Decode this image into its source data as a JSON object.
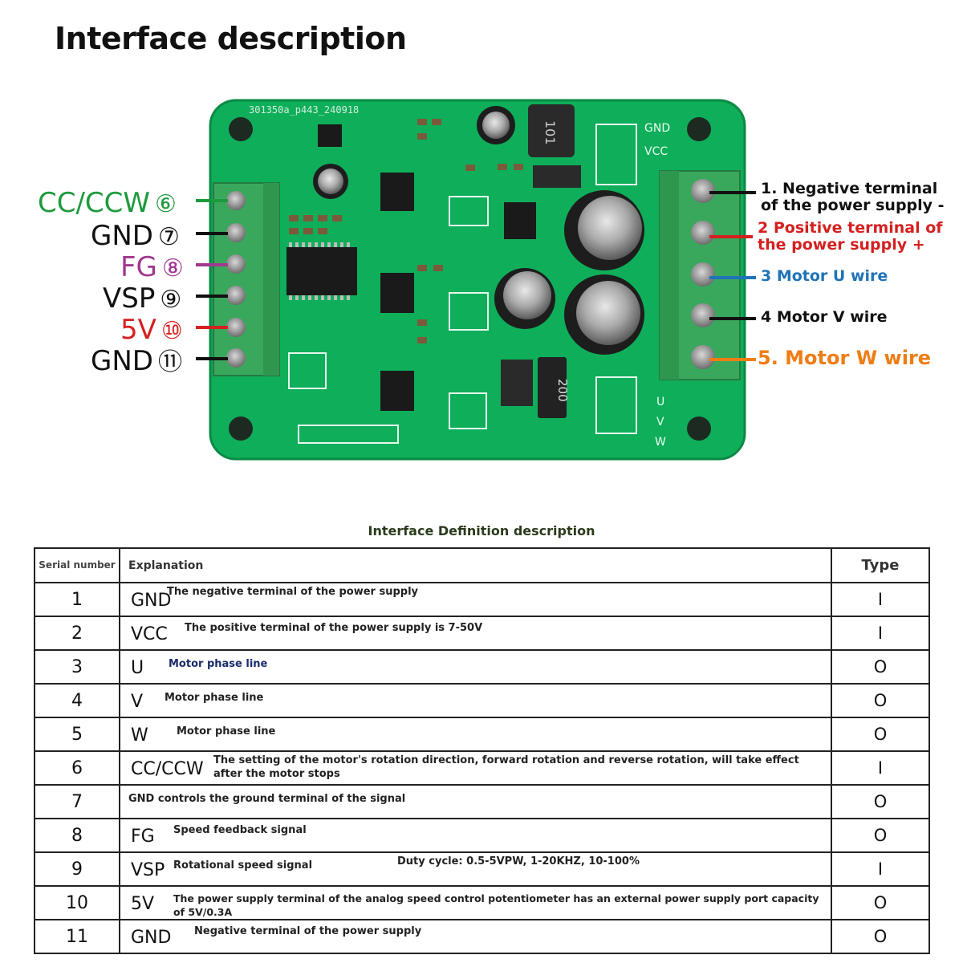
{
  "title": "Interface description",
  "board": {
    "silkscreen": "301350a_p443_240918",
    "inductor_mark": "101",
    "resistor_mark": "200",
    "power_marks": [
      "GND",
      "VCC"
    ],
    "phase_marks": [
      "U",
      "V",
      "W"
    ],
    "left_pins": [
      {
        "name": "CC/CCW",
        "num": "⑥",
        "color": "#1d9a3c"
      },
      {
        "name": "GND",
        "num": "⑦",
        "color": "#111111"
      },
      {
        "name": "FG",
        "num": "⑧",
        "color": "#a2388f"
      },
      {
        "name": "VSP",
        "num": "⑨",
        "color": "#111111"
      },
      {
        "name": "5V",
        "num": "⑩",
        "color": "#d42020"
      },
      {
        "name": "GND",
        "num": "⑪",
        "color": "#111111"
      }
    ],
    "right_terminals": [
      {
        "text": "1. Negative terminal",
        "text2": "of the power supply -",
        "color": "#111111"
      },
      {
        "text": "2 Positive terminal of",
        "text2": "the power supply +",
        "color": "#d42020"
      },
      {
        "text": "3 Motor U wire",
        "text2": "",
        "color": "#1f73b7"
      },
      {
        "text": "4 Motor V wire",
        "text2": "",
        "color": "#111111"
      },
      {
        "text": "5. Motor W wire",
        "text2": "",
        "color": "#ef7d14"
      }
    ]
  },
  "table": {
    "caption": "Interface Definition description",
    "headers": {
      "serial": "Serial number",
      "explanation": "Explanation",
      "type": "Type"
    },
    "rows": [
      {
        "num": "1",
        "signal": "GND",
        "desc": "The negative terminal of the power supply",
        "type": "I"
      },
      {
        "num": "2",
        "signal": "VCC",
        "desc": "The positive terminal of the power supply is 7-50V",
        "type": "I"
      },
      {
        "num": "3",
        "signal": "U",
        "desc": "Motor phase line",
        "type": "O"
      },
      {
        "num": "4",
        "signal": "V",
        "desc": "Motor phase line",
        "type": "O"
      },
      {
        "num": "5",
        "signal": "W",
        "desc": "Motor phase line",
        "type": "O"
      },
      {
        "num": "6",
        "signal": "CC/CCW",
        "desc": "The setting of the motor's rotation direction, forward rotation and reverse rotation, will take effect",
        "desc2": "after the motor stops",
        "type": "I"
      },
      {
        "num": "7",
        "signal": "",
        "desc": "GND controls the ground terminal of the signal",
        "type": "O"
      },
      {
        "num": "8",
        "signal": "FG",
        "desc": "Speed feedback signal",
        "type": "O"
      },
      {
        "num": "9",
        "signal": "VSP",
        "desc": "Rotational speed signal",
        "extra": "Duty cycle: 0.5-5VPW, 1-20KHZ, 10-100%",
        "type": "I"
      },
      {
        "num": "10",
        "signal": "5V",
        "desc": "The power supply terminal of the analog speed control potentiometer has an external power supply port capacity of 5V/0.3A",
        "type": "O"
      },
      {
        "num": "11",
        "signal": "GND",
        "desc": "Negative terminal of the power supply",
        "type": "O"
      }
    ]
  }
}
